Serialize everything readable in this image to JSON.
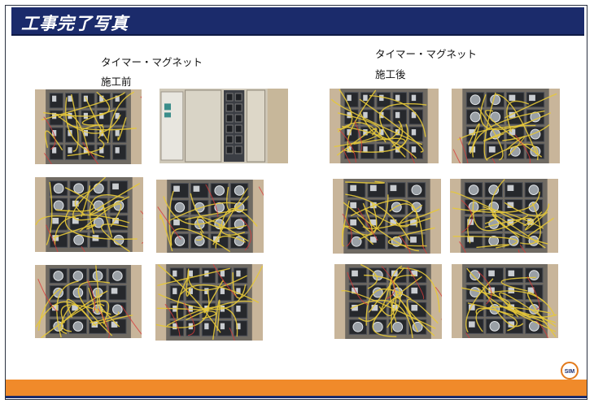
{
  "header": {
    "title": "工事完了写真"
  },
  "before": {
    "heading": "タイマー・マグネット",
    "subheading": "施工前"
  },
  "after": {
    "heading": "タイマー・マグネット",
    "subheading": "施工後"
  },
  "logo": {
    "text": "SIM"
  },
  "colors": {
    "title_bar": "#1b2b6b",
    "footer_bar": "#f08a2a",
    "logo_ring": "#e27a1c"
  },
  "photos": [
    {
      "id": "before-1",
      "kind": "breaker-panel"
    },
    {
      "id": "before-2",
      "kind": "cabinet-doors"
    },
    {
      "id": "before-3",
      "kind": "timer-panel"
    },
    {
      "id": "before-4",
      "kind": "timer-panel"
    },
    {
      "id": "before-5",
      "kind": "timer-panel"
    },
    {
      "id": "before-6",
      "kind": "breaker-panel"
    },
    {
      "id": "after-1",
      "kind": "breaker-panel"
    },
    {
      "id": "after-2",
      "kind": "timer-panel"
    },
    {
      "id": "after-3",
      "kind": "timer-panel"
    },
    {
      "id": "after-4",
      "kind": "timer-panel"
    },
    {
      "id": "after-5",
      "kind": "timer-panel"
    },
    {
      "id": "after-6",
      "kind": "timer-panel"
    }
  ]
}
